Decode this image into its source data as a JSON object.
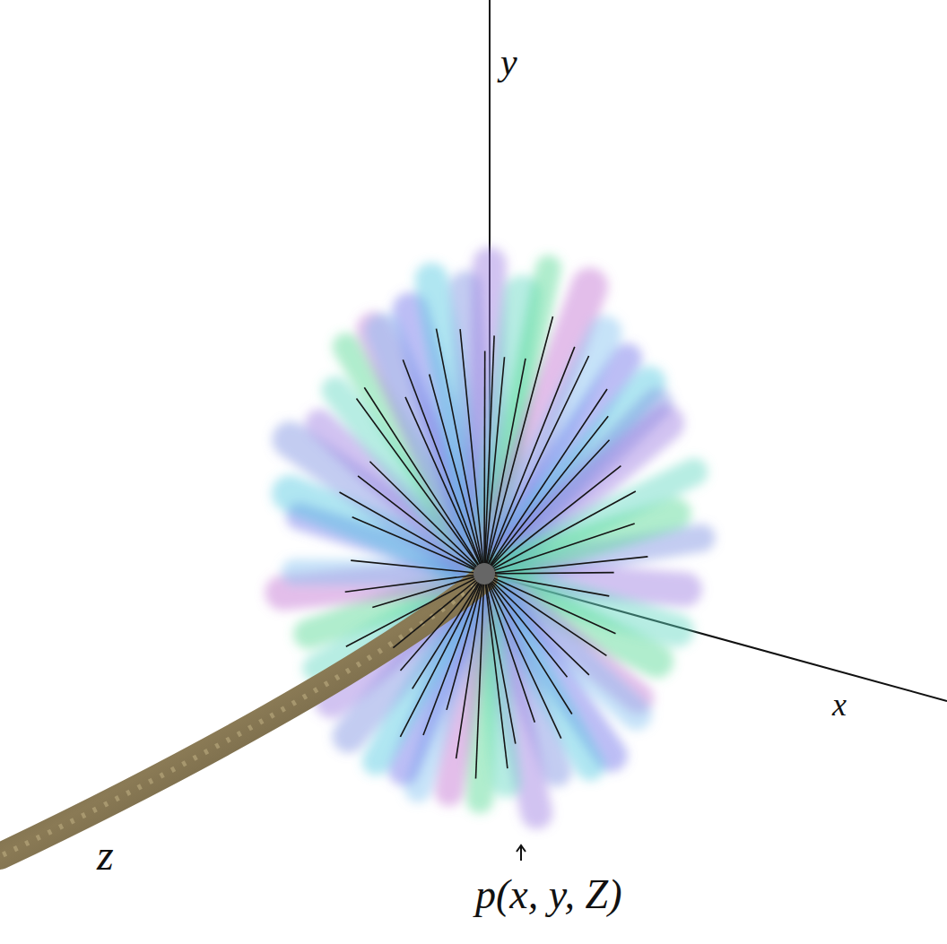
{
  "diagram": {
    "labels": [
      "y",
      "x",
      "z",
      "p(x, y, Z)"
    ]
  }
}
